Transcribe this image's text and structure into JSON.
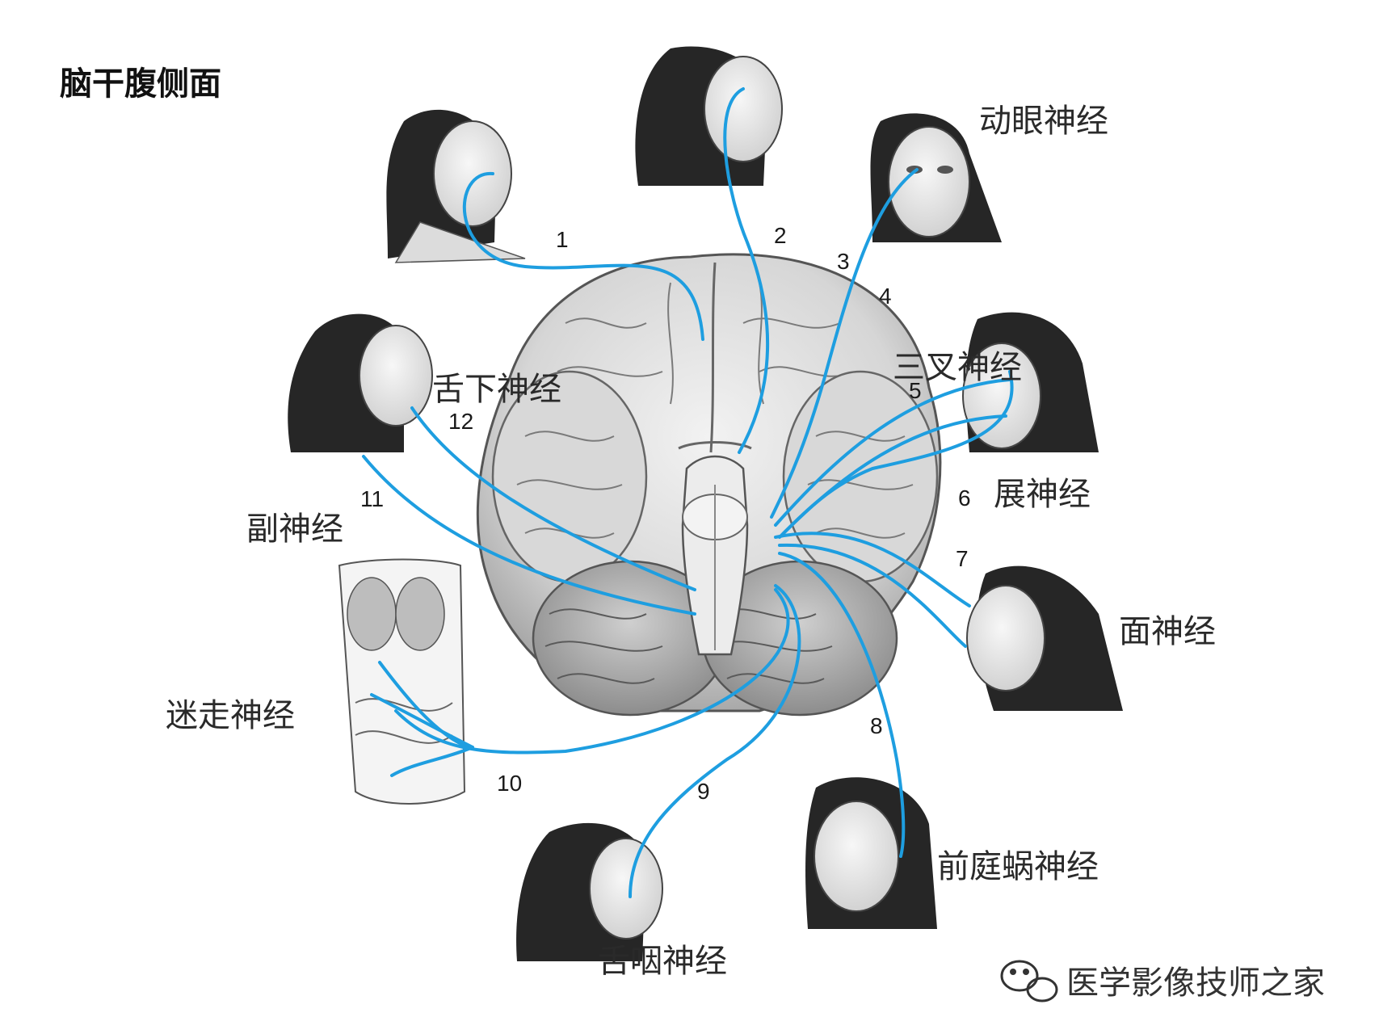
{
  "title": "脑干腹侧面",
  "nerve_labels": {
    "oculomotor": "动眼神经",
    "trigeminal": "三叉神经",
    "abducens": "展神经",
    "facial": "面神经",
    "vestibulocochlear": "前庭蜗神经",
    "glossopharyngeal": "舌咽神经",
    "vagus": "迷走神经",
    "accessory": "副神经",
    "hypoglossal": "舌下神经"
  },
  "numbers": [
    "1",
    "2",
    "3",
    "4",
    "5",
    "6",
    "7",
    "8",
    "9",
    "10",
    "11",
    "12"
  ],
  "watermark": "医学影像技师之家",
  "colors": {
    "nerve": "#1e9ee0",
    "ink": "#2a2a2a"
  }
}
